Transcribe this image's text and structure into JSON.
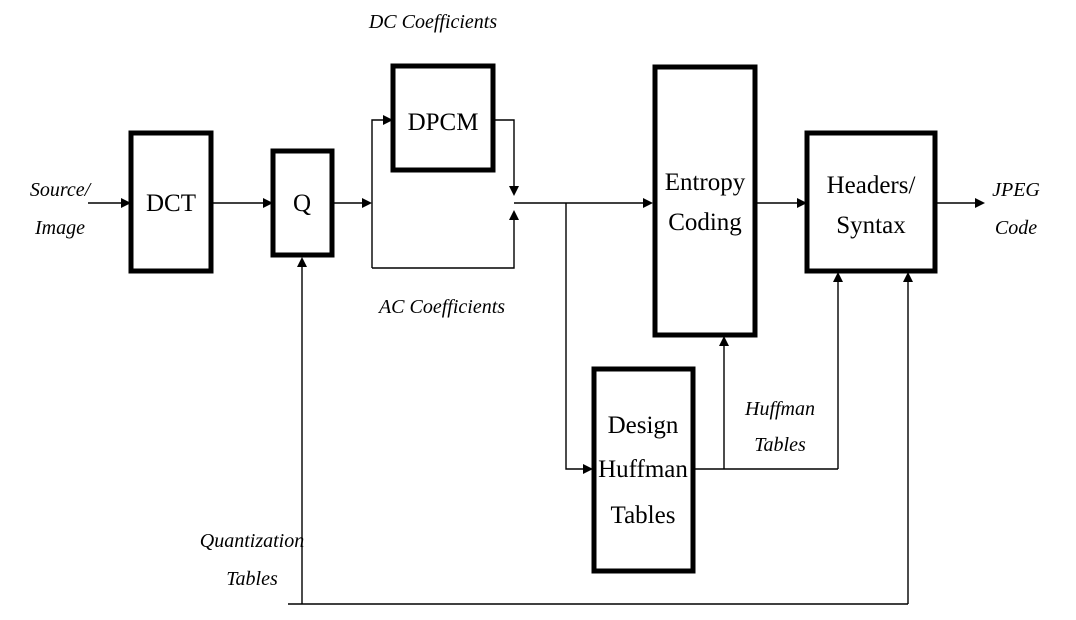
{
  "diagram": {
    "blocks": {
      "dct": [
        "DCT"
      ],
      "q": [
        "Q"
      ],
      "dpcm": [
        "DPCM"
      ],
      "entropy": [
        "Entropy",
        "Coding"
      ],
      "headers": [
        "Headers/",
        "Syntax"
      ],
      "huffman_design": [
        "Design",
        "Huffman",
        "Tables"
      ]
    },
    "labels": {
      "source": [
        "Source/",
        "Image"
      ],
      "jpeg_code": [
        "JPEG",
        "Code"
      ],
      "dc_coefficients": [
        "DC Coefficients"
      ],
      "ac_coefficients": [
        "AC Coefficients"
      ],
      "huffman_tables": [
        "Huffman",
        "Tables"
      ],
      "quantization_tables": [
        "Quantization",
        "Tables"
      ]
    }
  }
}
